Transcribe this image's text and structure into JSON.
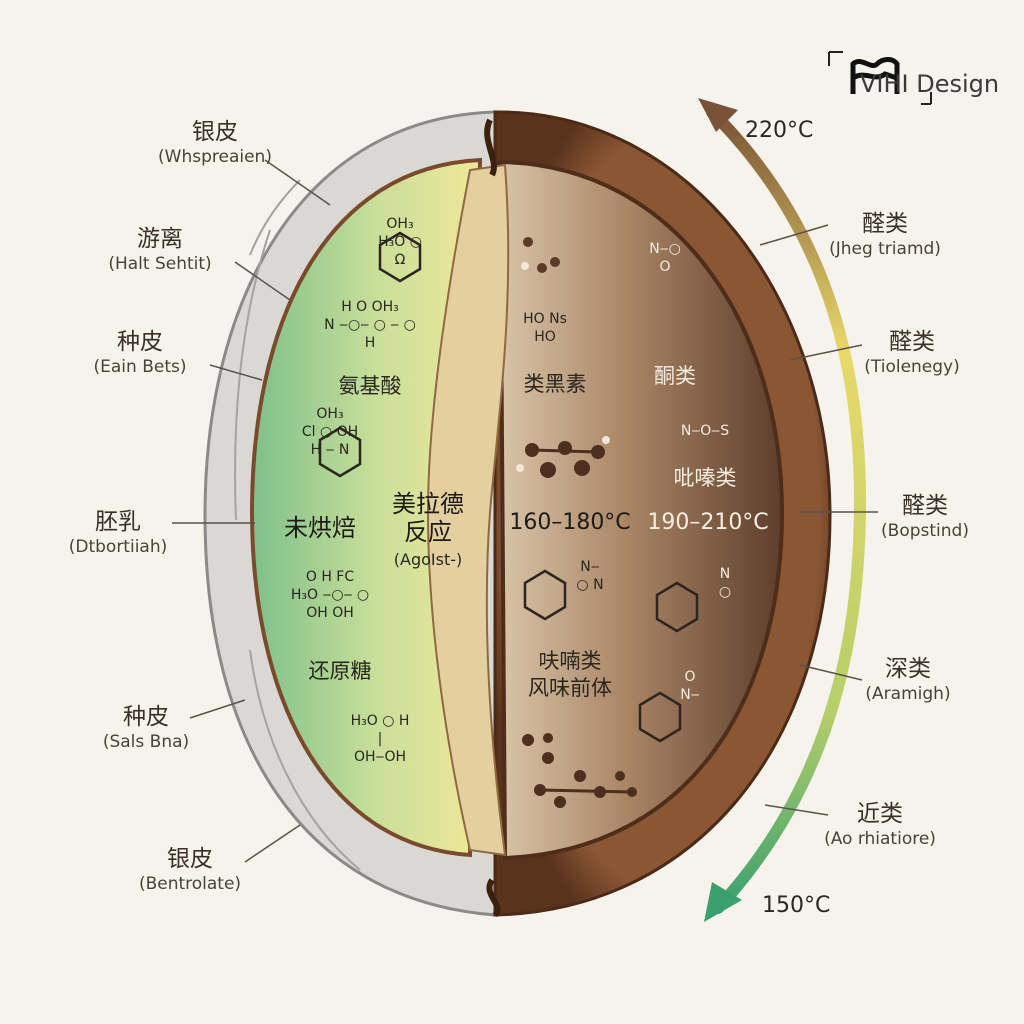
{
  "brand": {
    "name": "VIHI Design",
    "logo_icon": "vihi-logo-icon"
  },
  "colors": {
    "background": "#f6f3ec",
    "unroasted_green": "#9cc98f",
    "unroasted_yellow": "#e8e29a",
    "roasted_brown": "#6b4a35",
    "bean_shell": "#7a4a2c",
    "silverskin": "#d8d8d6",
    "arrow_hot": "#7a5a3a",
    "arrow_cool": "#3a9f6a"
  },
  "left_labels": [
    {
      "zh": "银皮",
      "en": "(Whspreaien)"
    },
    {
      "zh": "游离",
      "en": "(Halt Sehtit)"
    },
    {
      "zh": "种皮",
      "en": "(Eain Bets)"
    },
    {
      "zh": "胚乳",
      "en": "(Dtbortiiah)"
    },
    {
      "zh": "种皮",
      "en": "(Sals Bna)"
    },
    {
      "zh": "银皮",
      "en": "(Bentrolate)"
    }
  ],
  "right_labels": [
    {
      "zh": "醛类",
      "en": "(Jheg triamd)"
    },
    {
      "zh": "醛类",
      "en": "(Tiolenegy)"
    },
    {
      "zh": "醛类",
      "en": "(Bopstind)"
    },
    {
      "zh": "深类",
      "en": "(Aramigh)"
    },
    {
      "zh": "近类",
      "en": "(Ao rhiatiore)"
    }
  ],
  "temperature_scale": {
    "top": "220°C",
    "bottom": "150°C"
  },
  "inner": {
    "amino_acids": "氨基酸",
    "unroasted": "未烘焙",
    "reducing_sugars": "还原糖",
    "maillard_line1": "美拉德",
    "maillard_line2": "反应",
    "maillard_en": "(AgoIst-)",
    "melanoidins": "类黑素",
    "temp_160_180": "160–180°C",
    "furans_line1": "呋喃类",
    "furans_line2": "风味前体",
    "ketones": "酮类",
    "pyrazines": "吡嗪类",
    "temp_190_210": "190–210°C"
  },
  "molecules_left": [
    {
      "lines": [
        "OH₃",
        "H₃O  ○",
        "  Ω"
      ]
    },
    {
      "lines": [
        "H   O   OH₃",
        "N ‒○‒ ○ ‒ ○",
        "H"
      ]
    },
    {
      "lines": [
        "OH₃",
        "Cl ○  OH",
        "H ‒  N"
      ]
    },
    {
      "lines": [
        "O    H  FC",
        "H₃O ‒○‒ ○",
        "OH  OH"
      ]
    },
    {
      "lines": [
        "H₃O ○  H",
        "|",
        "OH‒OH"
      ]
    }
  ],
  "molecules_right": [
    {
      "lines": [
        "HO  Ns",
        "HO"
      ]
    },
    {
      "lines": [
        "N‒○",
        "  O"
      ]
    },
    {
      "lines": [
        "N‒O‒S"
      ]
    },
    {
      "lines": [
        "N‒",
        "○  N"
      ]
    },
    {
      "lines": [
        "N",
        "○"
      ]
    },
    {
      "lines": [
        "O",
        "N‒"
      ]
    }
  ]
}
